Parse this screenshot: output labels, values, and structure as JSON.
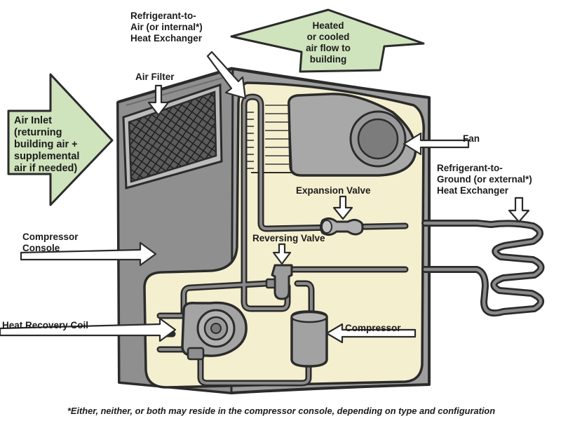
{
  "labels": {
    "refrigerant_to_air": "Refrigerant-to-\nAir (or internal*)\nHeat Exchanger",
    "heated_cooled_air": "Heated\nor cooled\nair flow to\nbuilding",
    "air_filter": "Air Filter",
    "air_inlet": "Air Inlet\n(returning\nbuilding air +\nsupplemental\nair if needed)",
    "fan": "Fan",
    "refrigerant_to_ground": "Refrigerant-to-\nGround (or external*)\nHeat Exchanger",
    "expansion_valve": "Expansion Valve",
    "compressor_console": "Compressor\nConsole",
    "reversing_valve": "Reversing Valve",
    "heat_recovery_coil": "Heat Recovery Coil",
    "compressor": "Compressor"
  },
  "footnote": "*Either, neither, or both may reside in the compressor console, depending on type and configuration",
  "colors": {
    "outline": "#2b2b2b",
    "cabinet_gray": "#9e9e9e",
    "cabinet_side": "#8c8c8c",
    "interior_cream": "#f4efcf",
    "component_gray": "#a8a8a8",
    "arrow_green": "#cfe3bd",
    "pipe": "#3a3a3a"
  }
}
